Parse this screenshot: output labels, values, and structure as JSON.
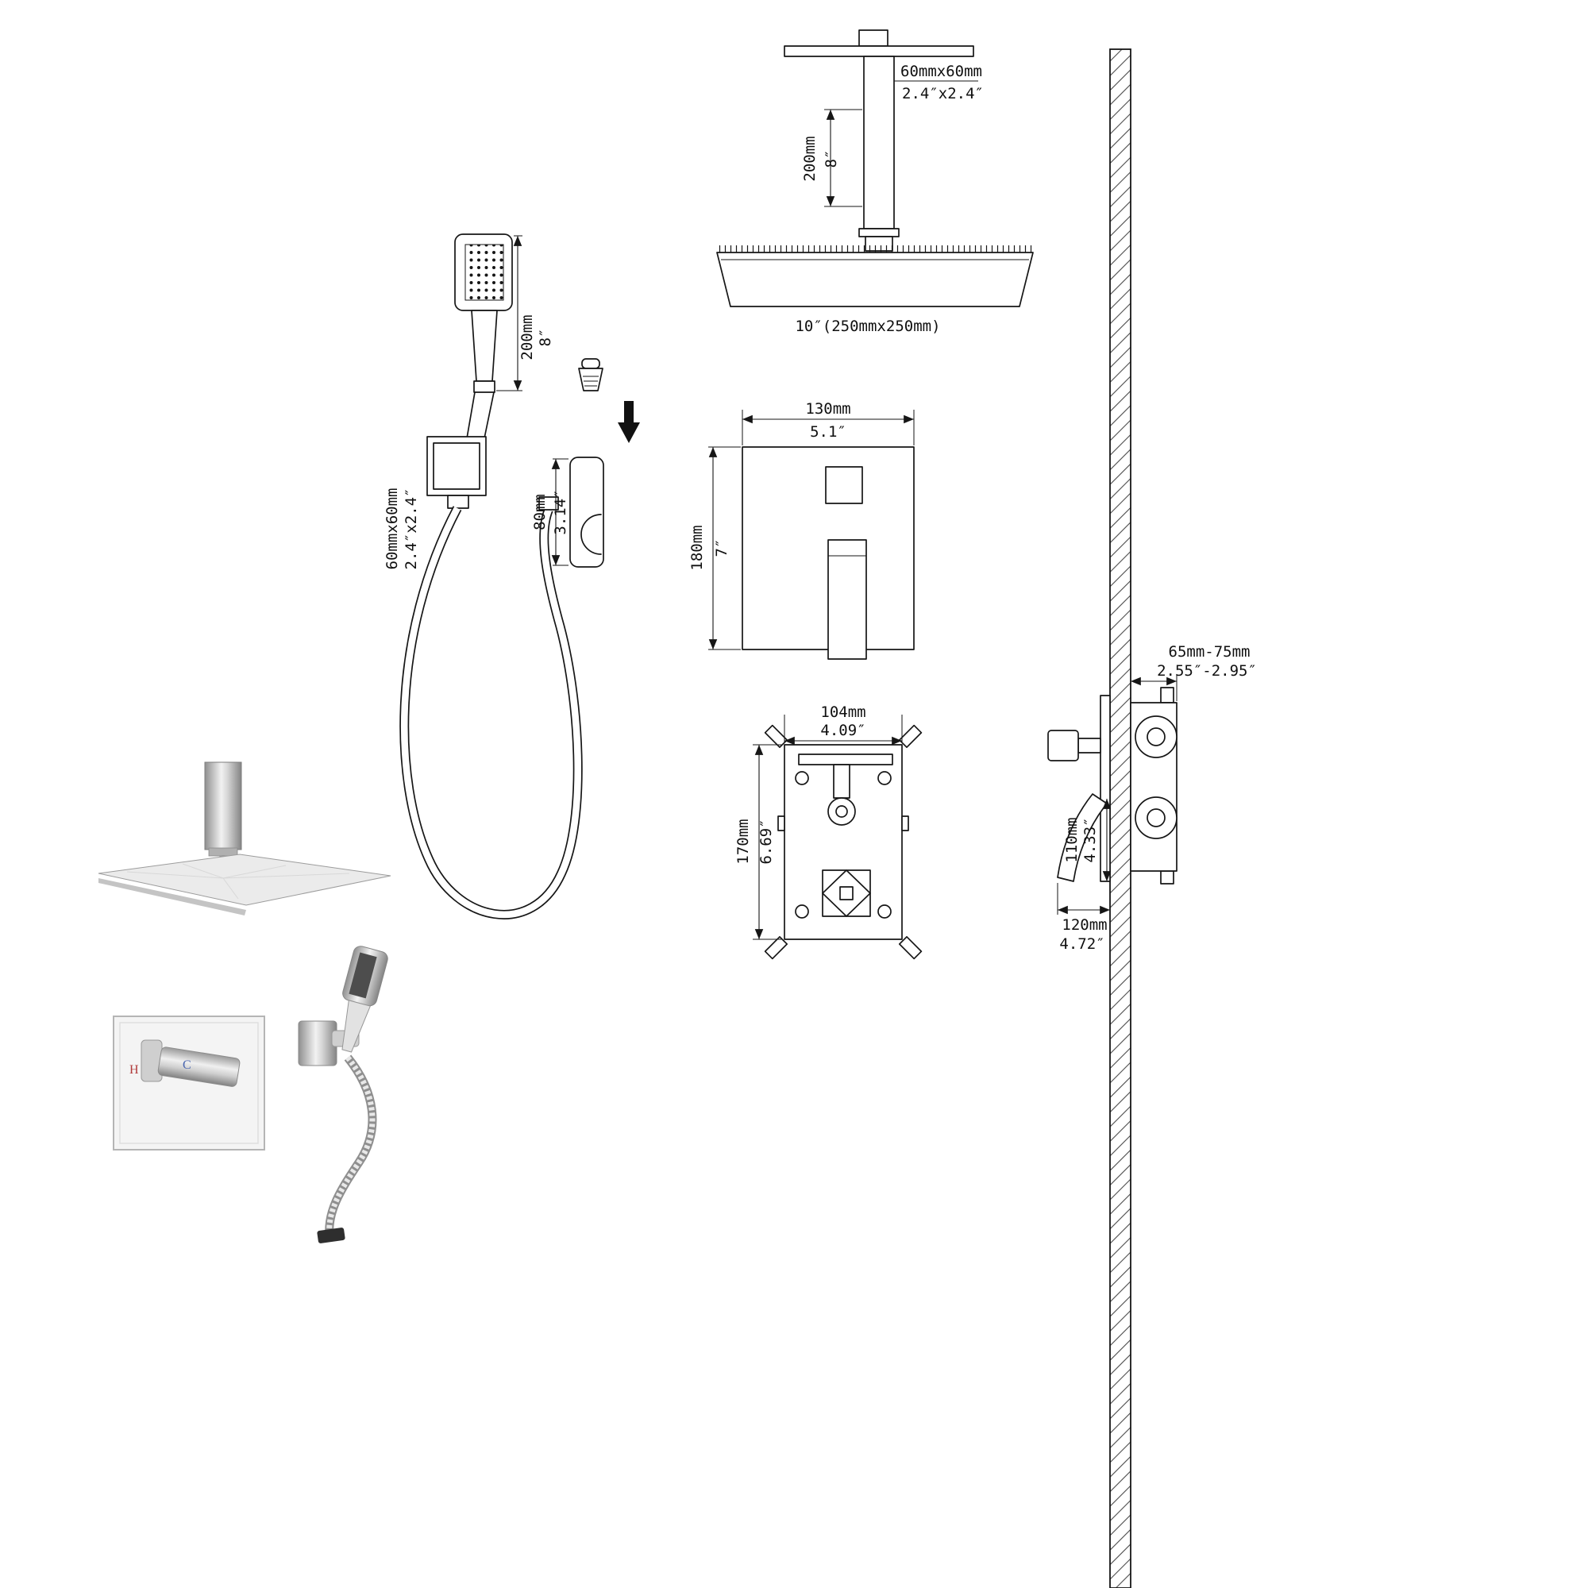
{
  "ceiling_shower": {
    "arm_section_mm": "60mmx60mm",
    "arm_section_in": "2.4″x2.4″",
    "arm_length_mm": "200mm",
    "arm_length_in": "8″",
    "head_size": "10″(250mmx250mm)"
  },
  "trim_plate": {
    "width_mm": "130mm",
    "width_in": "5.1″",
    "height_mm": "180mm",
    "height_in": "7″"
  },
  "rough_in_valve": {
    "width_mm": "104mm",
    "width_in": "4.09″",
    "height_mm": "170mm",
    "height_in": "6.69″"
  },
  "wall_profile": {
    "depth_range_mm": "65mm-75mm",
    "depth_range_in": "2.55″-2.95″",
    "handle_mm": "110mm",
    "handle_in": "4.33″",
    "clearance_mm": "120mm",
    "clearance_in": "4.72″"
  },
  "hand_shower": {
    "length_mm": "200mm",
    "length_in": "8″",
    "mount_mm": "60mmx60mm",
    "mount_in": "2.4″x2.4″"
  },
  "holder_bracket": {
    "height_mm": "80mm",
    "height_in": "3.14″"
  },
  "mixer_trim": {
    "hot": "H",
    "cold": "C"
  },
  "colors": {
    "hot": "#b03a3a",
    "cold": "#4a66b0"
  }
}
